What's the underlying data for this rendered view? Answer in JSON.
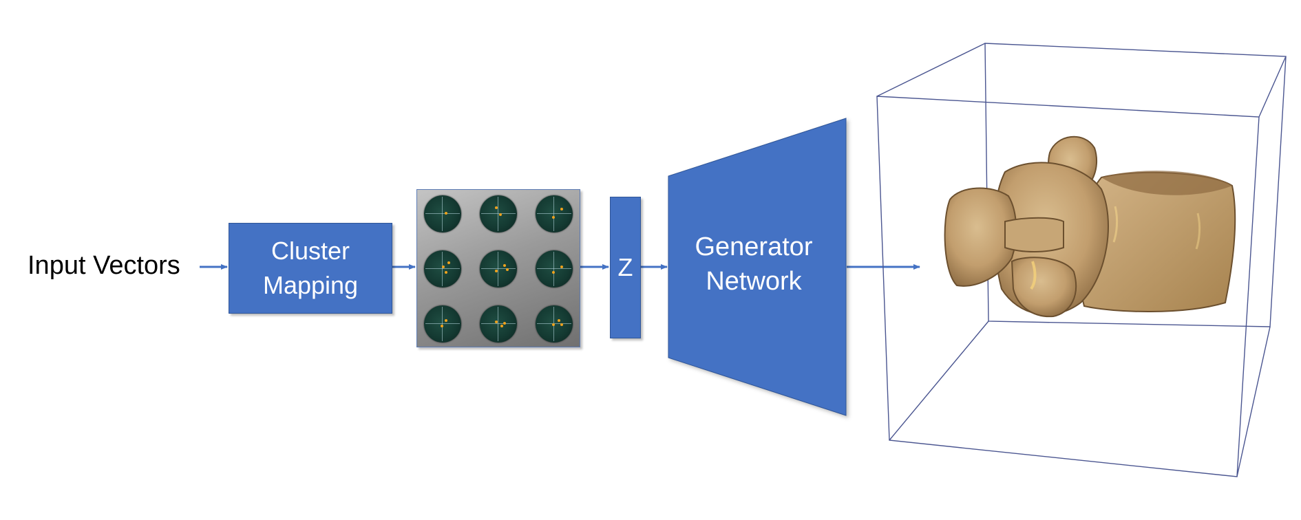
{
  "diagram": {
    "input_label": "Input Vectors",
    "cluster_box": {
      "line1": "Cluster",
      "line2": "Mapping"
    },
    "z_label": "Z",
    "generator": {
      "line1": "Generator",
      "line2": "Network"
    },
    "colors": {
      "accent": "#4472c4",
      "accent_border": "#2f5597",
      "bone": "#c8a77a",
      "cube_edge": "#4a5590"
    },
    "cluster_grid": {
      "rows": 3,
      "cols": 3
    },
    "output_icon": "vertebra-3d-render"
  }
}
